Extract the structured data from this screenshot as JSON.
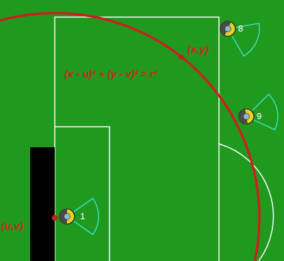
{
  "diagram": {
    "labels": [
      "(x,y)",
      "(x - u)² + (y - v)² = r²",
      "(u,v)",
      "8",
      "9",
      "1"
    ]
  }
}
